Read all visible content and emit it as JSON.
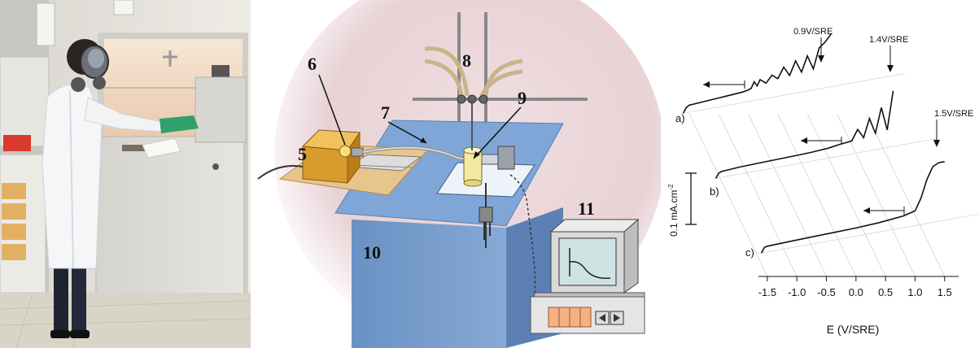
{
  "setup_diagram": {
    "callouts": [
      "5",
      "6",
      "7",
      "8",
      "9",
      "10",
      "11"
    ],
    "colors": {
      "bench": "#6f96c8",
      "bench_top": "#7fa6d6",
      "lamp_box": "#e0a93a",
      "board": "#e8c58a",
      "background_glow": "#e8d2d6",
      "pipe": "#c8b58a"
    },
    "monitor_icons": [
      "left-arrow-icon",
      "right-arrow-icon"
    ]
  },
  "chart_data": {
    "type": "line",
    "xlabel": "E (V/SRE)",
    "ylabel": "0.1 mA.cm",
    "ylabel_superscript": "-2",
    "x_ticks": [
      "-1.5",
      "-1.0",
      "-0.5",
      "0.0",
      "0.5",
      "1.0",
      "1.5"
    ],
    "x_tick_values": [
      -1.5,
      -1.0,
      -0.5,
      0.0,
      0.5,
      1.0,
      1.5
    ],
    "xlim": [
      -1.65,
      1.6
    ],
    "grid": "oblique (3D offset) gridlines",
    "scale_bar_value": 0.1,
    "annotations": [
      "0.9V/SRE",
      "1.4V/SRE",
      "1.5V/SRE"
    ],
    "series": [
      {
        "name": "a)",
        "reversal_potential": 0.9,
        "x": [
          -1.6,
          -1.55,
          -1.5,
          -1.2,
          -0.9,
          -0.6,
          -0.5,
          -0.45,
          -0.4,
          -0.35,
          -0.3,
          -0.2,
          -0.1,
          0.0,
          0.1,
          0.2,
          0.3,
          0.4,
          0.5,
          0.6,
          0.7,
          0.8,
          0.9
        ],
        "y": [
          0.0,
          0.09,
          0.12,
          0.14,
          0.16,
          0.18,
          0.2,
          0.22,
          0.32,
          0.24,
          0.34,
          0.26,
          0.38,
          0.3,
          0.48,
          0.32,
          0.55,
          0.34,
          0.6,
          0.36,
          0.7,
          0.78,
          0.9
        ]
      },
      {
        "name": "b)",
        "reversal_potential": 1.4,
        "x": [
          -1.6,
          -1.55,
          -1.5,
          -1.2,
          -0.8,
          -0.4,
          0.0,
          0.3,
          0.5,
          0.7,
          0.8,
          0.9,
          1.0,
          1.1,
          1.2,
          1.3,
          1.4
        ],
        "y": [
          0.0,
          0.08,
          0.1,
          0.12,
          0.13,
          0.14,
          0.15,
          0.17,
          0.2,
          0.22,
          0.4,
          0.24,
          0.55,
          0.28,
          0.7,
          0.3,
          0.95
        ]
      },
      {
        "name": "c)",
        "reversal_potential": 1.5,
        "x": [
          -1.6,
          -1.55,
          -1.5,
          -1.2,
          -0.8,
          -0.4,
          0.0,
          0.4,
          0.8,
          1.0,
          1.1,
          1.2,
          1.3,
          1.4,
          1.5
        ],
        "y": [
          0.0,
          0.09,
          0.1,
          0.11,
          0.12,
          0.13,
          0.14,
          0.16,
          0.2,
          0.25,
          0.45,
          0.75,
          0.95,
          1.0,
          1.0
        ]
      }
    ]
  }
}
